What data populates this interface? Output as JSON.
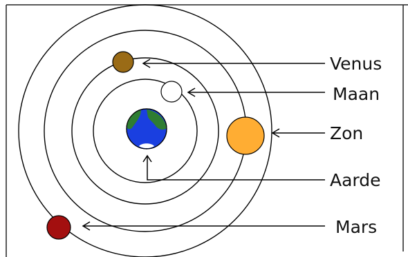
{
  "diagram": {
    "labels": {
      "venus": "Venus",
      "maan": "Maan",
      "zon": "Zon",
      "aarde": "Aarde",
      "mars": "Mars"
    },
    "colors": {
      "venus": "#9a6b16",
      "maan": "#ffffff",
      "zon": "#ffad33",
      "aarde_ocean": "#1a3fe0",
      "aarde_land": "#2e7d32",
      "mars": "#a30f0f",
      "orbit_stroke": "#000000",
      "arrow_stroke": "#000000"
    }
  }
}
